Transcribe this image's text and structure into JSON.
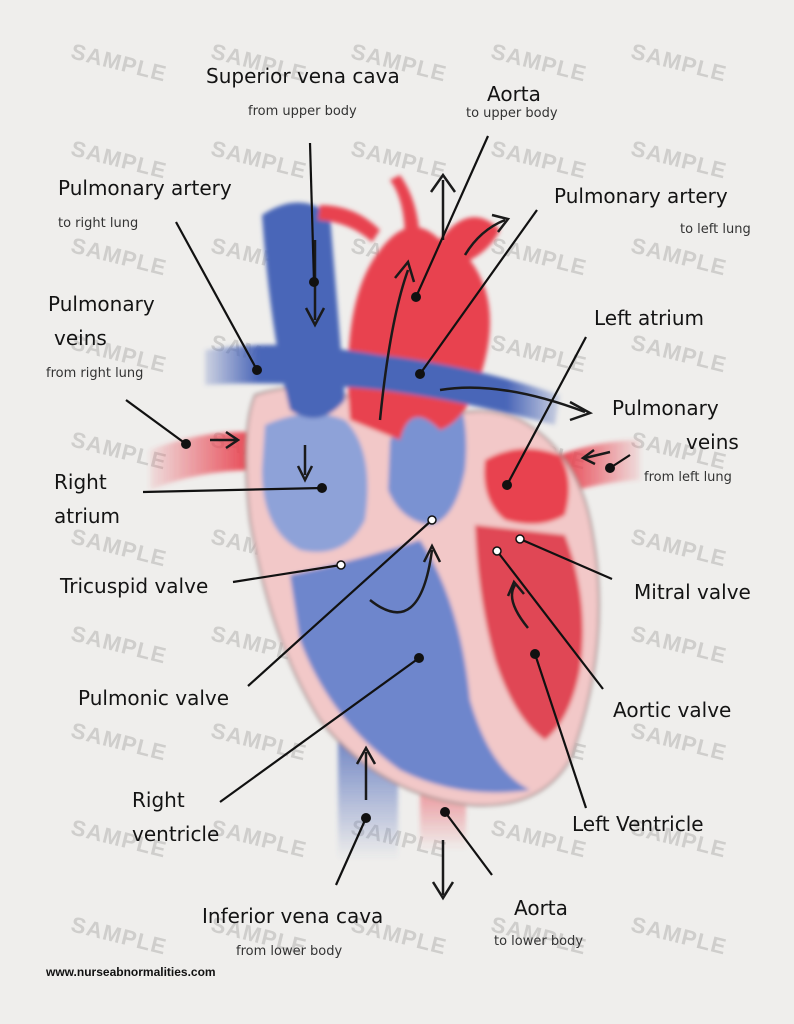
{
  "watermark": "SAMPLE",
  "colors": {
    "oxygenated": "#e8424f",
    "deoxygenated": "#4a66b8",
    "tissue": "#f2c8c8",
    "ink": "#141414"
  },
  "labels": {
    "svc": {
      "title": "Superior vena cava",
      "sub": "from upper body"
    },
    "aorta_top": {
      "title": "Aorta",
      "sub": "to upper body"
    },
    "pa_right": {
      "title": "Pulmonary artery",
      "sub": "to right lung"
    },
    "pa_left": {
      "title": "Pulmonary artery",
      "sub": "to left lung"
    },
    "pv_right": {
      "line1": "Pulmonary",
      "line2": "veins",
      "sub": "from right lung"
    },
    "left_atrium": {
      "title": "Left atrium"
    },
    "pv_left": {
      "line1": "Pulmonary",
      "line2": "veins",
      "sub": "from left lung"
    },
    "right_atrium": {
      "line1": "Right",
      "line2": "atrium"
    },
    "tricuspid": {
      "title": "Tricuspid valve"
    },
    "mitral": {
      "title": "Mitral valve"
    },
    "pulmonic": {
      "title": "Pulmonic valve"
    },
    "aortic_valve": {
      "title": "Aortic valve"
    },
    "right_ventricle": {
      "line1": "Right",
      "line2": "ventricle"
    },
    "left_ventricle": {
      "title": "Left Ventricle"
    },
    "ivc": {
      "title": "Inferior vena cava",
      "sub": "from lower body"
    },
    "aorta_bottom": {
      "title": "Aorta",
      "sub": "to lower body"
    }
  },
  "footer": {
    "url": "www.nurseabnormalities.com"
  }
}
